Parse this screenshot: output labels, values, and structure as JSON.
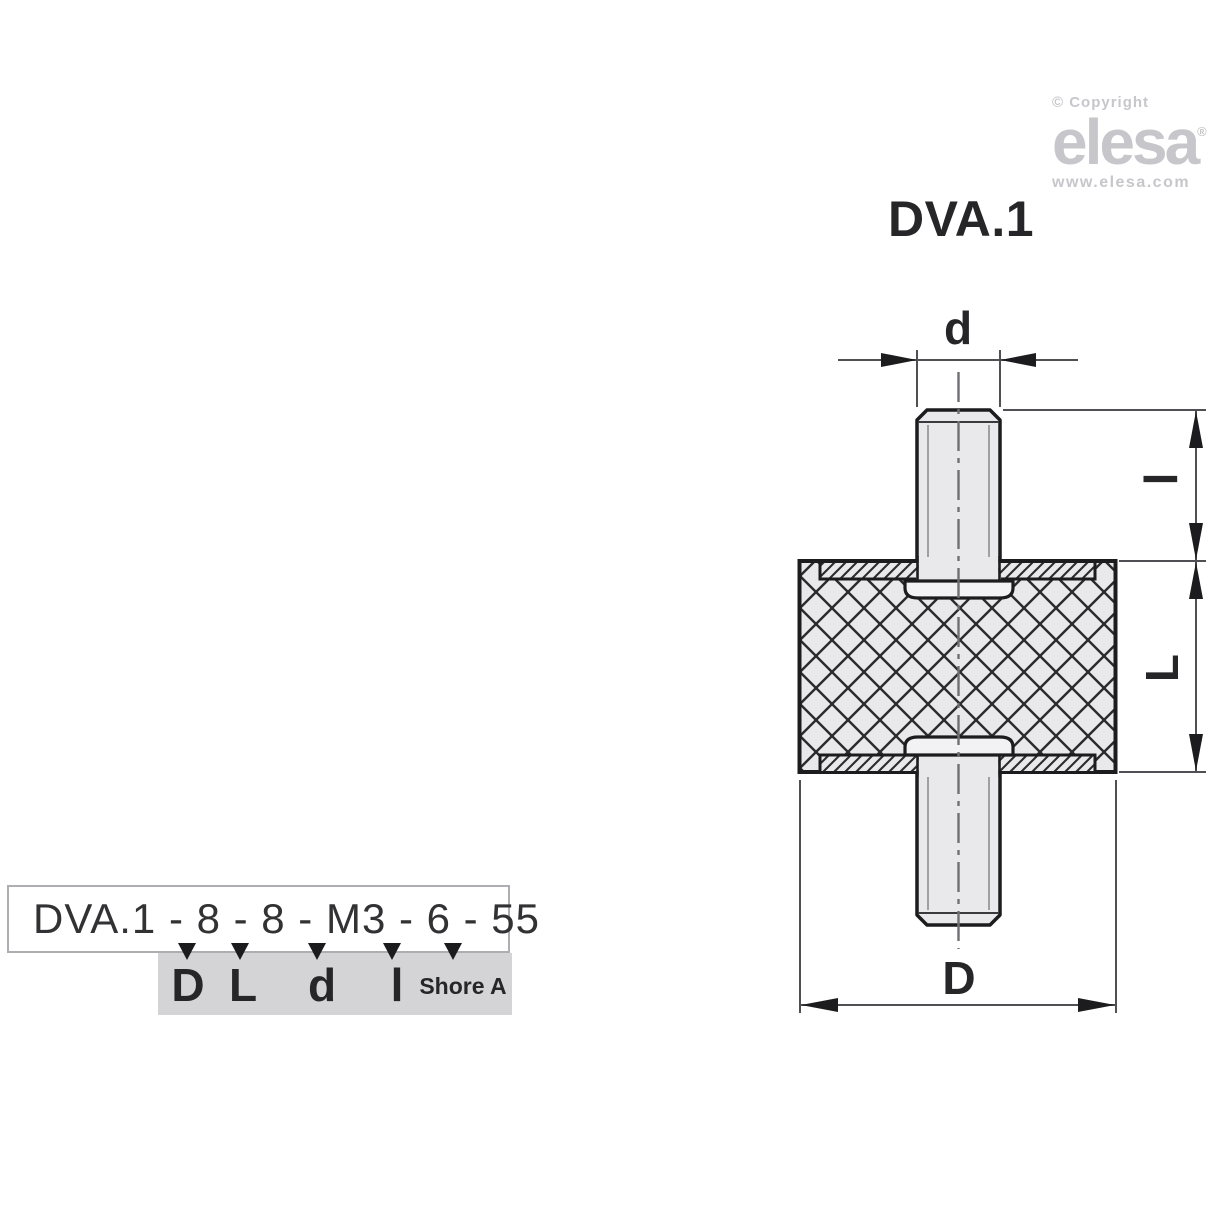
{
  "logo": {
    "copyright": "© Copyright",
    "brand": "elesa",
    "registered": "®",
    "website": "www.elesa.com"
  },
  "title": "DVA.1",
  "drawing": {
    "dim_labels": {
      "d": "d",
      "l": "l",
      "L": "L",
      "D": "D"
    }
  },
  "legend": {
    "code": "DVA.1 - 8 - 8 - M3 - 6 - 55",
    "labels": [
      "D",
      "L",
      "d",
      "l",
      "Shore A"
    ]
  },
  "colors": {
    "outline": "#1c1c1e",
    "fill_light_gray": "#e9e9eb",
    "head_fill": "#f2f2f4",
    "dimension_line": "#505054",
    "centerline": "#707074",
    "legend_gray": "#d4d4d7",
    "logo_gray": "#c7c7cb"
  }
}
